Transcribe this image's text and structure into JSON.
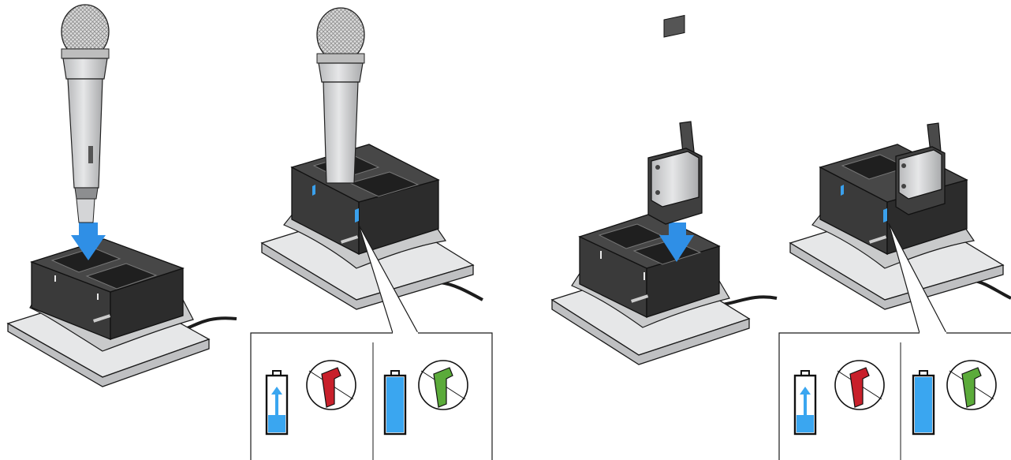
{
  "figure": {
    "panels": [
      {
        "id": "panel-1",
        "device": "handheld-microphone",
        "action": "insert"
      },
      {
        "id": "panel-2",
        "device": "handheld-microphone",
        "action": "charging-status"
      },
      {
        "id": "panel-3",
        "device": "bodypack-transmitter",
        "action": "insert"
      },
      {
        "id": "panel-4",
        "device": "bodypack-transmitter",
        "action": "charging-status"
      }
    ],
    "status_legend": [
      {
        "state": "charging",
        "battery_icon": "battery-charging-icon",
        "led_color": "#c8202b",
        "led_icon": "red-led-icon"
      },
      {
        "state": "charged",
        "battery_icon": "battery-full-icon",
        "led_color": "#5bab3a",
        "led_icon": "green-led-icon"
      }
    ]
  },
  "colors": {
    "charger_dark": "#3a3a3a",
    "charger_base": "#d2d3d4",
    "device_silver": "#d8d9db",
    "arrow_blue": "#2f8fe6",
    "battery_blue": "#3aa6f0",
    "led_blue_indicator": "#3aa0ec",
    "red_led": "#c8202b",
    "green_led": "#5bab3a"
  }
}
